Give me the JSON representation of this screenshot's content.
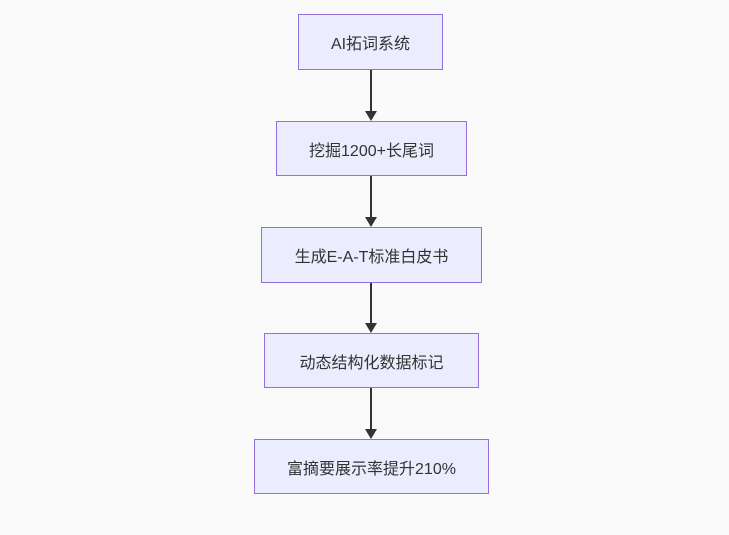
{
  "flowchart": {
    "type": "flowchart-vertical",
    "nodes": [
      {
        "id": "A",
        "label": "AI拓词系统"
      },
      {
        "id": "B",
        "label": "挖掘1200+长尾词"
      },
      {
        "id": "C",
        "label": "生成E-A-T标准白皮书"
      },
      {
        "id": "D",
        "label": "动态结构化数据标记"
      },
      {
        "id": "E",
        "label": "富摘要展示率提升210%"
      }
    ],
    "edges": [
      {
        "from": "A",
        "to": "B"
      },
      {
        "from": "B",
        "to": "C"
      },
      {
        "from": "C",
        "to": "D"
      },
      {
        "from": "D",
        "to": "E"
      }
    ],
    "style": {
      "node_fill": "#ECECFF",
      "node_border": "#9370DB",
      "arrow_color": "#333333",
      "text_color": "#333333",
      "background": "#FAFAFA"
    }
  }
}
